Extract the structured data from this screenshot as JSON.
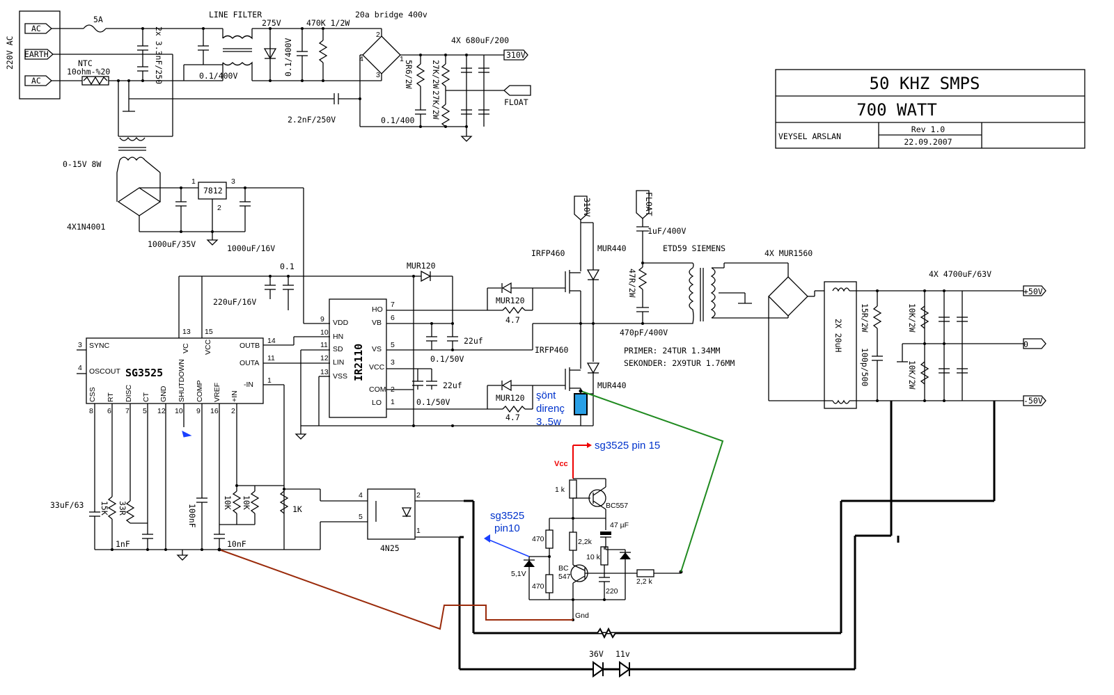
{
  "title_block": {
    "line1": "50 KHZ SMPS",
    "line2": "700 WATT",
    "author": "VEYSEL ARSLAN",
    "rev": "Rev 1.0",
    "date": "22.09.2007"
  },
  "mains": {
    "supply": "220V AC",
    "ac1": "AC",
    "earth": "EARTH",
    "ac2": "AC",
    "fuse": "5A",
    "ntc": "NTC",
    "ntc_val": "10ohm-%20",
    "xcap": "2x 3.3nF/250",
    "line_filter": "LINE FILTER",
    "line_cap": "0.1/400V",
    "varistor": "275V",
    "cap2": "0.1/400V",
    "res": "470K 1/2W",
    "bridge": "20a bridge 400v",
    "out": "310V",
    "float": "FLOAT",
    "r1": "5R6/2W",
    "r2": "27K/2W",
    "r3": "27K/2W",
    "caps": "4X 680uF/200",
    "ycap": "2.2nF/250V",
    "c_small": "0.1/400"
  },
  "aux": {
    "transformer": "0-15V 8W",
    "bridge": "4X1N4001",
    "reg": "7812",
    "c1": "1000uF/35V",
    "c2": "1000uF/16V"
  },
  "driver": {
    "chip": "IR2110",
    "c1": "220uF/16V",
    "c2": "0.1",
    "diode": "MUR120",
    "c_boot": "22uf",
    "c_boot2": "0.1/50V",
    "c_vcc": "22uf",
    "c_vcc2": "0.1/50V",
    "pins": [
      "HO",
      "VB",
      "VS",
      "VCC",
      "COM",
      "LO",
      "VDD",
      "HN",
      "SD",
      "LIN",
      "VSS"
    ],
    "pin_nums": [
      "7",
      "6",
      "5",
      "3",
      "2",
      "1",
      "9",
      "10",
      "11",
      "12",
      "13"
    ]
  },
  "pwm": {
    "chip": "SG3525",
    "left_pins": [
      "SYNC",
      "OSCOUT"
    ],
    "left_nums": [
      "3",
      "4"
    ],
    "right_pins": [
      "OUTB",
      "OUTA",
      "-IN"
    ],
    "right_nums": [
      "14",
      "11",
      "1"
    ],
    "top_pins": [
      "VC",
      "VCC"
    ],
    "top_nums": [
      "13",
      "15"
    ],
    "bottom_pins": [
      "CSS",
      "RT",
      "DISC",
      "CT",
      "GND",
      "SHUTDOWN",
      "COMP",
      "VREF",
      "+IN"
    ],
    "bottom_nums": [
      "8",
      "6",
      "7",
      "5",
      "12",
      "10",
      "9",
      "16",
      "2"
    ],
    "c_ss": "33uF/63",
    "rt": "15K",
    "disc": "33R",
    "ct": "1nF",
    "c_comp": "100nF",
    "c_ref": "10nF",
    "r1": "10K",
    "r2": "10K",
    "r3": "1K",
    "opto": "4N25",
    "opto_pins": [
      "4",
      "5",
      "2",
      "1"
    ]
  },
  "power": {
    "mosfet": "IRFP460",
    "diode": "MUR440",
    "gate_d": "MUR120",
    "gate_r": "4.7",
    "c_in": "1uF/400V",
    "r_snub": "47R/2W",
    "c_snub": "470pF/400V",
    "transformer": "ETD59 SIEMENS",
    "primary": "PRIMER: 24TUR 1.34MM",
    "secondary": "SEKONDER: 2X9TUR 1.76MM",
    "rect": "4X MUR1560",
    "choke": "2X 20uH",
    "r_out": "15R/2W",
    "c_out": "100p/500",
    "caps_out": "4X 4700uF/63V",
    "r_b1": "10K/2W",
    "r_b2": "10K/2W",
    "out_pos": "+50V",
    "out_zero": "0",
    "out_neg": "-50V",
    "shunt": [
      "şönt",
      "direnç",
      "3..5w"
    ]
  },
  "protection": {
    "to15": "sg3525 pin 15",
    "vcc": "Vcc",
    "to10a": "sg3525",
    "to10b": "pin10",
    "r1k": "1 k",
    "bc557": "BC557",
    "c47": "47 µF",
    "r470a": "470",
    "r22a": "2,2k",
    "r10k": "10 k",
    "bc547a": "BC",
    "bc547b": "547",
    "zener": "5,1V",
    "r470b": "470",
    "c220": "220",
    "r22b": "2,2 k",
    "gnd": "Gnd",
    "z36": "36V",
    "z11": "11v"
  }
}
